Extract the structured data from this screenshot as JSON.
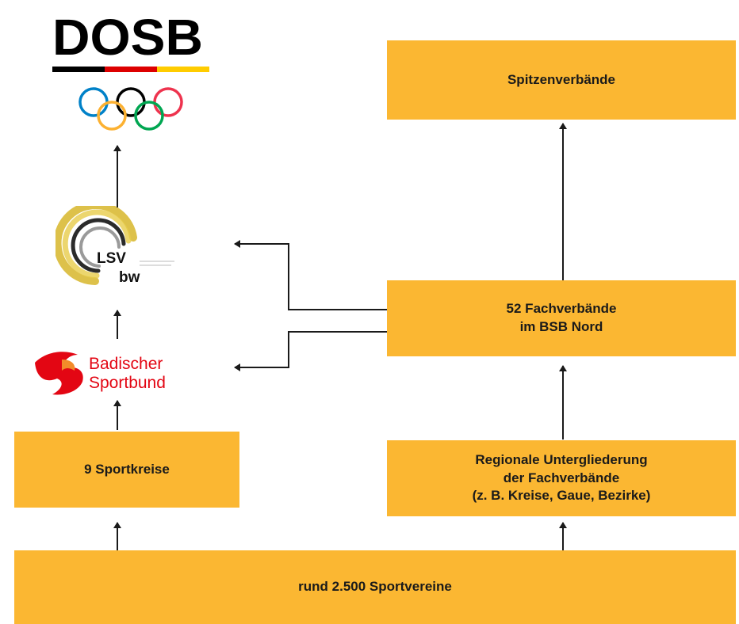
{
  "logos": {
    "dosb": {
      "text": "DOSB",
      "colors": [
        "#000000",
        "#DD0000",
        "#FFCC00"
      ],
      "ring_colors": [
        "#0081C8",
        "#000000",
        "#EE334E",
        "#FCB131",
        "#00A651"
      ]
    },
    "lsv": {
      "line1": "LSV",
      "line2": "bw"
    },
    "bsb": {
      "line1": "Badischer",
      "line2": "Sportbund",
      "color": "#E30613"
    }
  },
  "boxes": {
    "spitzen": {
      "lines": [
        "Spitzenverbände"
      ]
    },
    "fach": {
      "lines": [
        "52 Fachverbände",
        "im BSB Nord"
      ]
    },
    "regional": {
      "lines": [
        "Regionale Untergliederung",
        "der Fachverbände",
        "(z. B. Kreise, Gaue, Bezirke)"
      ]
    },
    "kreise": {
      "lines": [
        "9 Sportkreise"
      ]
    },
    "vereine": {
      "lines": [
        "rund 2.500 Sportvereine"
      ]
    }
  },
  "colors": {
    "box": "#FBB732",
    "arrow": "#1a1a1a"
  }
}
